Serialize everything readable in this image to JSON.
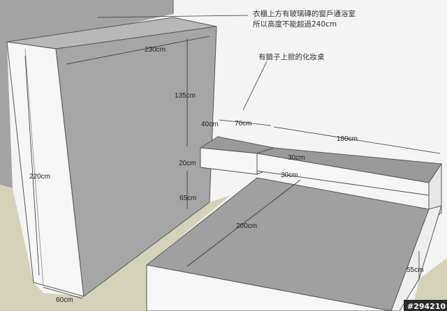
{
  "notes": {
    "wardrobe_line1": "衣櫃上方有玻璃磚的窗戶通浴室",
    "wardrobe_line2": "所以高度不能超過240cm",
    "vanity": "有鏡子上掀的化妝桌"
  },
  "dimensions": {
    "wardrobe_width": "230cm",
    "wardrobe_height": "220cm",
    "wardrobe_depth": "60cm",
    "upper_gap": "135cm",
    "shelf_depth": "40cm",
    "shelf_thickness": "20cm",
    "shelf_height": "65cm",
    "vanity_width": "70cm",
    "headboard_width": "180cm",
    "headboard_depth": "30cm",
    "headboard_height": "30cm",
    "bed_length": "200cm",
    "bed_height": "55cm"
  },
  "watermark": "#294210",
  "colors": {
    "wall": "#f4f4f4",
    "floor": "#d6d2b8",
    "dark_grey": "#9a9a9a",
    "mid_grey": "#a6a6a6",
    "white_face": "#f6f6f6",
    "line": "#555555"
  }
}
